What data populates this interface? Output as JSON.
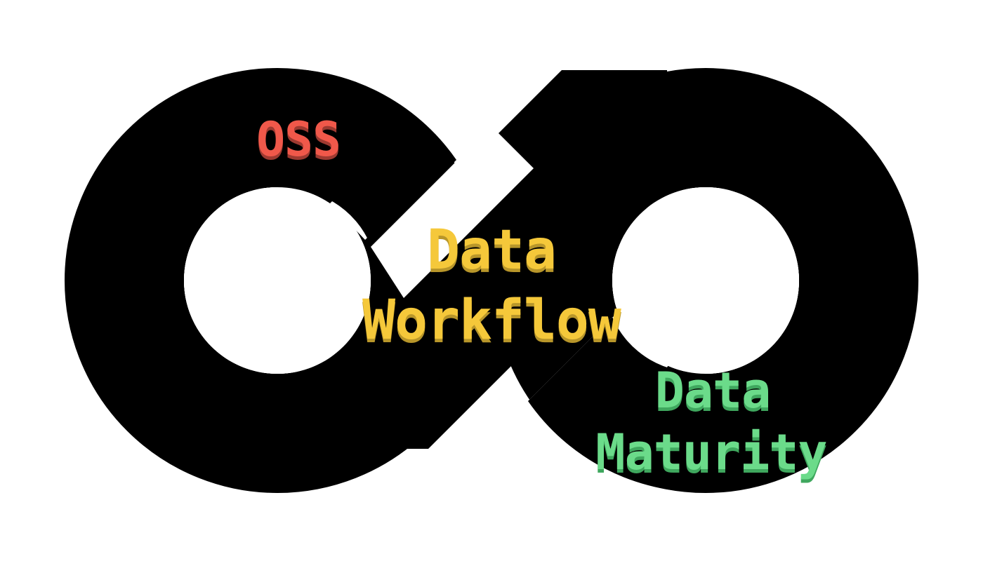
{
  "diagram": {
    "shape": "infinity-loop",
    "loop_color": "#000000",
    "background_color": "#ffffff"
  },
  "labels": {
    "oss": {
      "text": "OSS",
      "color": "#F0584A",
      "shadow_color": "#9E3A31"
    },
    "data_workflow": {
      "line1": "Data",
      "line2": "Workflow",
      "color": "#F5C83A",
      "shadow_color": "#B8962A"
    },
    "data_maturity": {
      "line1": "Data",
      "line2": "Maturity",
      "color": "#6BDB8A",
      "shadow_color": "#3FA75E"
    }
  }
}
